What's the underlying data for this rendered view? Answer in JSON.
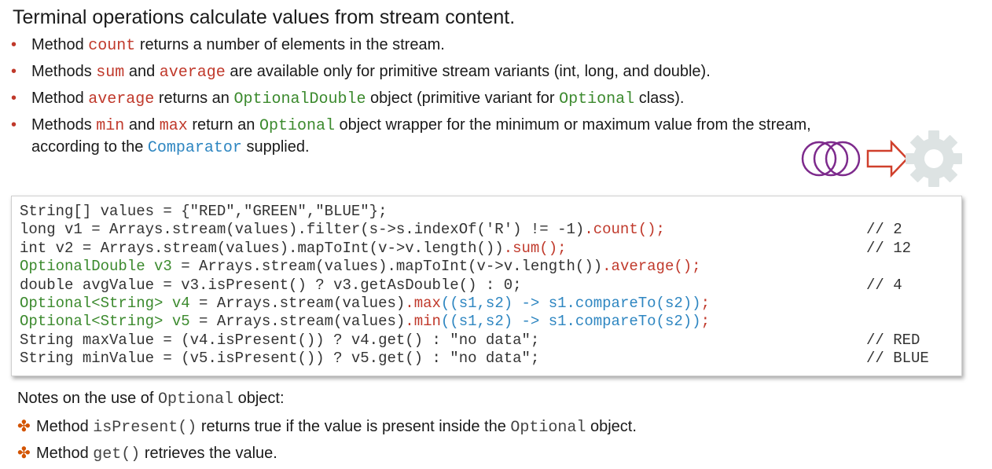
{
  "title": "Terminal operations calculate values from stream content.",
  "bullets": {
    "b1": {
      "t1": "Method ",
      "c1": "count",
      "t2": " returns a number of elements in the stream."
    },
    "b2": {
      "t1": "Methods ",
      "c1": "sum",
      "t2": " and ",
      "c2": "average",
      "t3": " are available only for primitive stream variants (int, long, and double)."
    },
    "b3": {
      "t1": "Method ",
      "c1": "average",
      "t2": " returns an ",
      "c2": "OptionalDouble",
      "t3": " object (primitive variant for ",
      "c3": "Optional",
      "t4": " class)."
    },
    "b4": {
      "t1": "Methods ",
      "c1": "min",
      "t2": " and ",
      "c2": "max",
      "t3": " return an ",
      "c3": "Optional",
      "t4": " object wrapper for the minimum or maximum value from the stream, according to the ",
      "c4": "Comparator",
      "t5": " supplied."
    }
  },
  "code": {
    "l1": "String[] values = {\"RED\",\"GREEN\",\"BLUE\"};",
    "l2a": "long v1 = Arrays.stream(values).filter(s->s.indexOf('R') != -1)",
    "l2b": ".count();",
    "l2c": "// 2",
    "l3a": "int v2 = Arrays.stream(values).mapToInt(v->v.length())",
    "l3b": ".sum();",
    "l3c": "// 12",
    "l4a": "OptionalDouble v3",
    "l4b": " = Arrays.stream(values).mapToInt(v->v.length())",
    "l4c": ".average();",
    "l5a": "double avgValue = v3.isPresent() ? v3.getAsDouble() : 0;",
    "l5c": "// 4",
    "l6a": "Optional<String> v4",
    "l6b": " = Arrays.stream(values)",
    "l6c": ".max",
    "l6d": "((s1,s2) -> s1.compareTo(s2))",
    "l6e": ";",
    "l7a": "Optional<String> v5",
    "l7b": " = Arrays.stream(values)",
    "l7c": ".min",
    "l7d": "((s1,s2) -> s1.compareTo(s2))",
    "l7e": ";",
    "l8a": "String maxValue = (v4.isPresent()) ? v4.get() : \"no data\";",
    "l8c": "// RED",
    "l9a": "String minValue = (v5.isPresent()) ? v5.get() : \"no data\";",
    "l9c": "// BLUE"
  },
  "notes": {
    "title_t1": "Notes on the use of ",
    "title_c1": "Optional",
    "title_t2": " object:",
    "n1": {
      "t1": "Method ",
      "c1": "isPresent()",
      "t2": " returns true if the value is present inside the ",
      "c2": "Optional",
      "t3": " object."
    },
    "n2": {
      "t1": "Method ",
      "c1": "get()",
      "t2": " retrieves the value."
    }
  },
  "icons": {
    "circles": "stream-circles-icon",
    "arrow": "arrow-right-icon",
    "gear": "gear-icon"
  },
  "colors": {
    "method": "#c0392b",
    "type": "#3c8a2e",
    "comparator": "#2e86c1",
    "circles": "#7d2a8c",
    "arrow": "#d0402c",
    "gear": "#dde3e3"
  }
}
